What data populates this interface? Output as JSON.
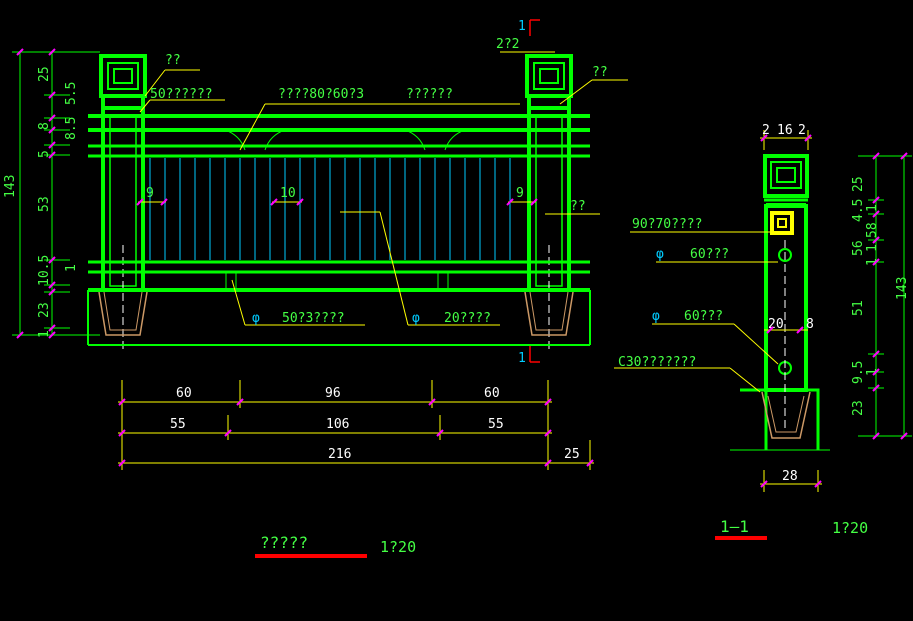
{
  "elevation": {
    "labels": {
      "post_top_left": "??",
      "rail_top": "50??????",
      "handrail": "????80?60?3",
      "handrail_b": "??????",
      "post_top_right": "??",
      "post_right_mid": "??",
      "post_spec": "2?2",
      "pipe_left": "50?3????",
      "pipe_right": "20????",
      "phi": "φ"
    },
    "gap_dims": [
      "9",
      "10",
      "9"
    ],
    "dims_top_row": [
      "60",
      "96",
      "60"
    ],
    "dims_mid_row": [
      "55",
      "106",
      "55"
    ],
    "dims_total": "216",
    "dims_right": "25",
    "left_dims": [
      "25",
      "8",
      "5.5",
      "8.5",
      "5",
      "53",
      "10.5",
      "1",
      "23",
      "1"
    ],
    "left_total": "143",
    "section_marks": [
      "1",
      "1"
    ],
    "title": "?????",
    "scale": "1?20"
  },
  "section": {
    "top_dims": [
      "2",
      "16",
      "2"
    ],
    "labels": {
      "square": "90?70????",
      "hole1": "60???",
      "hole2": "60???",
      "base": "C30???????",
      "phi": "φ"
    },
    "mid_dims": [
      "20",
      "8"
    ],
    "bottom_dim": "28",
    "right_dims": [
      "25",
      "4.5",
      "56",
      "58",
      "1",
      "1",
      "1",
      "51",
      "9.5",
      "1",
      "23"
    ],
    "right_total": "143",
    "title": "1—1",
    "scale": "1?20"
  }
}
